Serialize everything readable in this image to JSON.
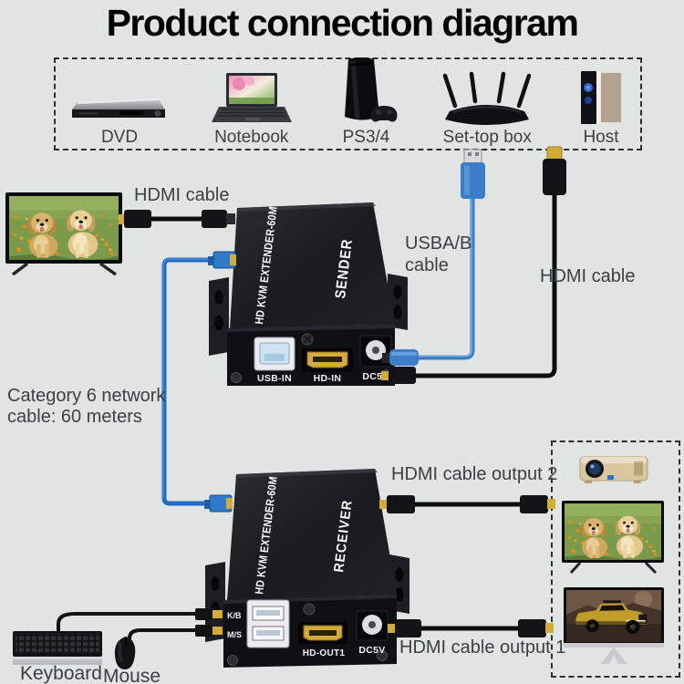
{
  "title": "Product connection diagram",
  "source_box": {
    "items": [
      {
        "label": "DVD"
      },
      {
        "label": "Notebook"
      },
      {
        "label": "PS3/4"
      },
      {
        "label": "Set-top box"
      },
      {
        "label": "Host"
      }
    ]
  },
  "sender": {
    "model": "HD KVM EXTENDER-60M",
    "role": "SENDER",
    "ports": [
      {
        "label": "USB-IN"
      },
      {
        "label": "HD-IN"
      },
      {
        "label": "DC5V"
      }
    ]
  },
  "receiver": {
    "model": "HD KVM EXTENDER-60M",
    "role": "RECEIVER",
    "ports": [
      {
        "label": "K/B"
      },
      {
        "label": "M/S"
      },
      {
        "label": "HD-OUT1"
      },
      {
        "label": "DC5V"
      }
    ]
  },
  "labels": {
    "hdmi_cable_tv": "HDMI cable",
    "usb_cable_line1": "USBA/B",
    "usb_cable_line2": "cable",
    "hdmi_cable_host": "HDMI cable",
    "network_cable_line1": "Category 6 network",
    "network_cable_line2": "cable: 60 meters",
    "hdmi_output2": "HDMI cable output 2",
    "hdmi_output1": "HDMI cable output 1",
    "keyboard": "Keyboard",
    "mouse": "Mouse"
  },
  "colors": {
    "bg": "#e0e5e3",
    "label_gray": "#3b4043",
    "cable_blue": "#1f6cc0",
    "usb_blue": "#3c7cc8",
    "gold": "#d2ab3a",
    "device_black": "#17171b",
    "cable_black": "#0e0e10"
  }
}
